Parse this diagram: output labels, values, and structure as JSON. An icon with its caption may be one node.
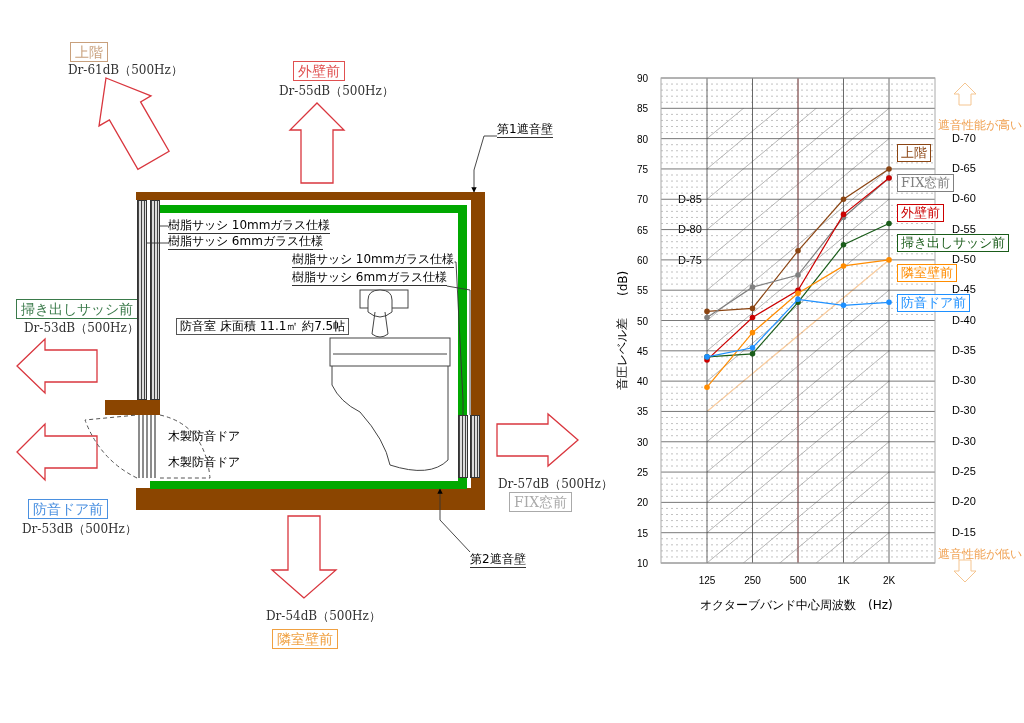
{
  "diagram": {
    "nodes": [
      {
        "text": [
          "上階"
        ],
        "beside": [
          "Dr-61dB（500Hz）"
        ]
      },
      {
        "text": [
          "外壁前"
        ],
        "beside": [
          "Dr-55dB（500Hz）"
        ]
      },
      {
        "text": [
          "掃き出しサッシ前"
        ],
        "beside": [
          "Dr-53dB（500Hz）"
        ]
      },
      {
        "text": [
          "防音ドア前"
        ],
        "beside": [
          "Dr-53dB（500Hz）"
        ]
      },
      {
        "text": [
          "FIX窓前"
        ],
        "beside": [
          "Dr-57dB（500Hz）"
        ]
      },
      {
        "text": [
          "隣室壁前"
        ],
        "beside": [
          "Dr-54dB（500Hz）"
        ]
      },
      {
        "text": [
          "第1遮音壁"
        ]
      },
      {
        "text": [
          "第2遮音壁"
        ]
      },
      {
        "text": [
          "樹脂サッシ 10mmガラス仕様"
        ],
        "in": 14
      },
      {
        "text": [
          "樹脂サッシ 6mmガラス仕様"
        ],
        "in": 14
      },
      {
        "text": [
          "樹脂サッシ 10mmガラス仕様"
        ],
        "in": 14
      },
      {
        "text": [
          "樹脂サッシ 6mmガラス仕様"
        ],
        "in": 14
      },
      {
        "text": [
          "防音室 床面積 11.1㎡ 約7.5帖"
        ],
        "in": 14
      },
      {
        "text": [],
        "shape": "box"
      },
      {
        "text": [],
        "shape": "box",
        "in": 13
      },
      {
        "text": [],
        "shape": "bar",
        "in": 13
      },
      {
        "text": [],
        "shape": "bar",
        "in": 14
      },
      {
        "text": [],
        "shape": "bar",
        "in": 14
      },
      {
        "text": [],
        "shape": "bar",
        "in": 13
      }
    ],
    "edges": [
      {
        "from": 6,
        "to": 13,
        "arrow": "to"
      },
      {
        "from": 7,
        "to": 14,
        "arrow": "to"
      },
      {
        "from": 8,
        "to": 16,
        "arrow": "none"
      },
      {
        "from": 9,
        "to": 15,
        "arrow": "none"
      },
      {
        "from": 10,
        "to": 17,
        "arrow": "none"
      },
      {
        "from": 11,
        "to": 18,
        "arrow": "none"
      }
    ],
    "labels": [
      "木製防音ドア",
      "木製防音ドア",
      "(dB)",
      "遮音性能が高い",
      "D-85",
      "D-80",
      "D-75",
      "D-70",
      "D-65",
      "D-60",
      "D-55",
      "D-50",
      "D-45",
      "D-40",
      "D-35",
      "D-30",
      "D-30",
      "D-30",
      "D-25",
      "D-20",
      "D-15",
      "遮音性能が低い"
    ],
    "chart_data": {
      "type": "line",
      "xlabel": "オクターブバンド中心周波数　(Hz)",
      "ylabel": "音圧レベル差",
      "categories": [
        "125",
        "250",
        "500",
        "1K",
        "2K"
      ],
      "series": [
        {
          "name": "上階",
          "color": "#8b4513",
          "values": [
            51.5,
            52,
            61.5,
            70,
            75
          ]
        },
        {
          "name": "FIX窓前",
          "color": "#808080",
          "values": [
            50.5,
            55.5,
            57.5,
            67,
            73.5
          ]
        },
        {
          "name": "外壁前",
          "color": "#cc0000",
          "values": [
            43.5,
            50.5,
            55,
            67.5,
            73.5
          ]
        },
        {
          "name": "掃き出しサッシ前",
          "color": "#1a5c1a",
          "values": [
            44,
            44.5,
            53,
            62.5,
            66
          ]
        },
        {
          "name": "隣室壁前",
          "color": "#ff8c00",
          "values": [
            39,
            48,
            54.5,
            59,
            60
          ]
        },
        {
          "name": "防音ドア前",
          "color": "#1e90ff",
          "values": [
            44,
            45.5,
            53.5,
            52.5,
            53
          ]
        }
      ],
      "ylim": [
        10,
        90
      ],
      "yticks": [
        10,
        15,
        20,
        25,
        30,
        35,
        40,
        45,
        50,
        55,
        60,
        65,
        70,
        75,
        80,
        85,
        90
      ],
      "grid": true
    }
  }
}
